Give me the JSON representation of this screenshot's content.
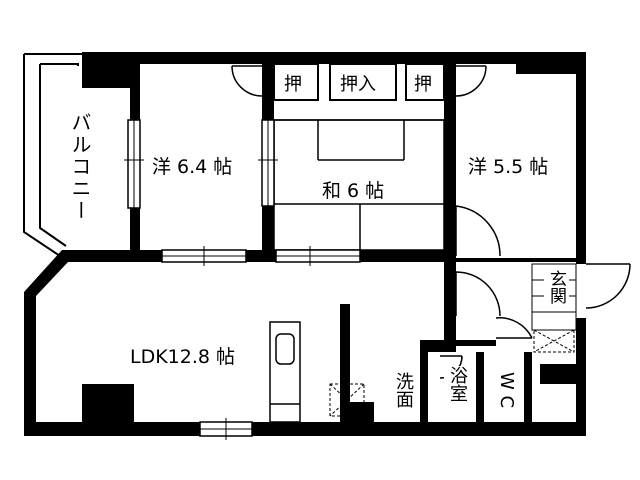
{
  "rooms": {
    "western_a": "洋 6.4 帖",
    "western_b": "洋 5.5 帖",
    "japanese": "和 6 帖",
    "ldk": "LDK12.8 帖",
    "balcony": "バルコニー",
    "closet_left": "押",
    "closet_mid": "押入",
    "closet_right": "押",
    "washroom": "洗面",
    "bath": "浴室",
    "wc": "W C",
    "entrance": "玄関"
  },
  "colors": {
    "wall": "#000000",
    "background": "#ffffff"
  }
}
